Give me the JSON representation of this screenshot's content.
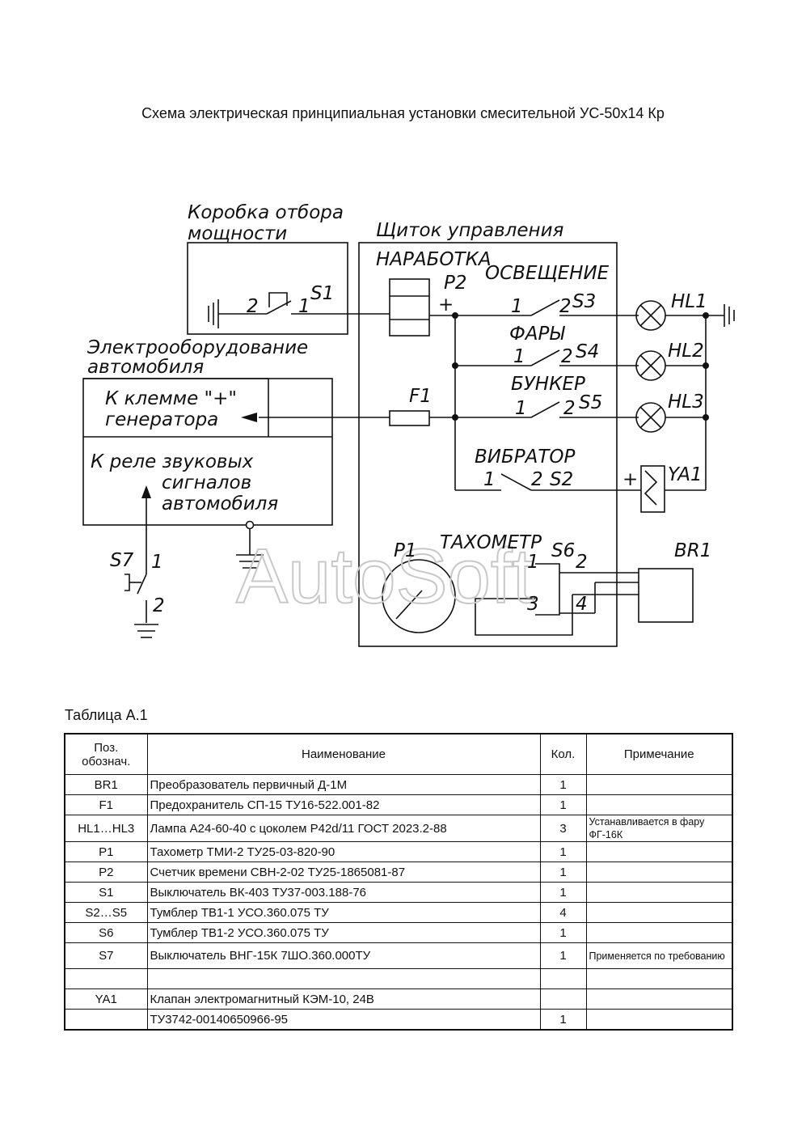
{
  "title": "Схема электрическая принципиальная установки смесительной УС-50х14 Кр",
  "watermark": "AutoSoft",
  "schematic": {
    "box_pto": "Коробка отбора мощности",
    "box_pto_lines": [
      "Коробка отбора",
      "мощности"
    ],
    "box_panel": "Щиток управления",
    "box_auto": "Электрооборудование автомобиля",
    "box_auto_lines": [
      "Электрооборудование",
      "автомобиля"
    ],
    "generator": [
      "К клемме \"+\"",
      "генератора"
    ],
    "horn_relay": [
      "К реле звуковых",
      "сигналов",
      "автомобиля"
    ],
    "labels": {
      "narabotka": "НАРАБОТКА",
      "osveshchenie": "ОСВЕЩЕНИЕ",
      "fary": "ФАРЫ",
      "bunker": "БУНКЕР",
      "vibrator": "ВИБРАТОР",
      "takhometr": "ТАХОМЕТР"
    },
    "refs": {
      "S1": "S1",
      "S2": "S2",
      "S3": "S3",
      "S4": "S4",
      "S5": "S5",
      "S6": "S6",
      "S7": "S7",
      "P1": "P1",
      "P2": "P2",
      "F1": "F1",
      "HL1": "HL1",
      "HL2": "HL2",
      "HL3": "HL3",
      "YA1": "YA1",
      "BR1": "BR1"
    },
    "pins": {
      "one": "1",
      "two": "2",
      "three": "3",
      "four": "4",
      "plus": "+"
    }
  },
  "table": {
    "caption": "Таблица А.1",
    "headers": [
      "Поз. обознач.",
      "Наименование",
      "Кол.",
      "Примечание"
    ],
    "header_lines": [
      "Поз.",
      "обознач."
    ],
    "rows": [
      {
        "pos": "BR1",
        "name": "Преобразователь первичный Д-1М",
        "qty": "1",
        "note": ""
      },
      {
        "pos": "F1",
        "name": "Предохранитель СП-15 ТУ16-522.001-82",
        "qty": "1",
        "note": ""
      },
      {
        "pos": "HL1…HL3",
        "name": "Лампа А24-60-40 с цоколем Р42d/11 ГОСТ 2023.2-88",
        "qty": "3",
        "note": "Устанавливается в фару ФГ-16К"
      },
      {
        "pos": "P1",
        "name": "Тахометр ТМИ-2 ТУ25-03-820-90",
        "qty": "1",
        "note": ""
      },
      {
        "pos": "P2",
        "name": "Счетчик времени СВН-2-02 ТУ25-1865081-87",
        "qty": "1",
        "note": ""
      },
      {
        "pos": "S1",
        "name": "Выключатель ВК-403 ТУ37-003.188-76",
        "qty": "1",
        "note": ""
      },
      {
        "pos": "S2…S5",
        "name": "Тумблер ТВ1-1 УСО.360.075 ТУ",
        "qty": "4",
        "note": ""
      },
      {
        "pos": "S6",
        "name": "Тумблер ТВ1-2 УСО.360.075 ТУ",
        "qty": "1",
        "note": ""
      },
      {
        "pos": "S7",
        "name": "Выключатель ВНГ-15К 7ШО.360.000ТУ",
        "qty": "1",
        "note": "Применяется по требованию"
      },
      {
        "pos": "",
        "name": "",
        "qty": "",
        "note": ""
      },
      {
        "pos": "YA1",
        "name": "Клапан электромагнитный КЭМ-10, 24В",
        "qty": "",
        "note": ""
      },
      {
        "pos": "",
        "name": "ТУ3742-00140650966-95",
        "qty": "1",
        "note": ""
      }
    ]
  }
}
